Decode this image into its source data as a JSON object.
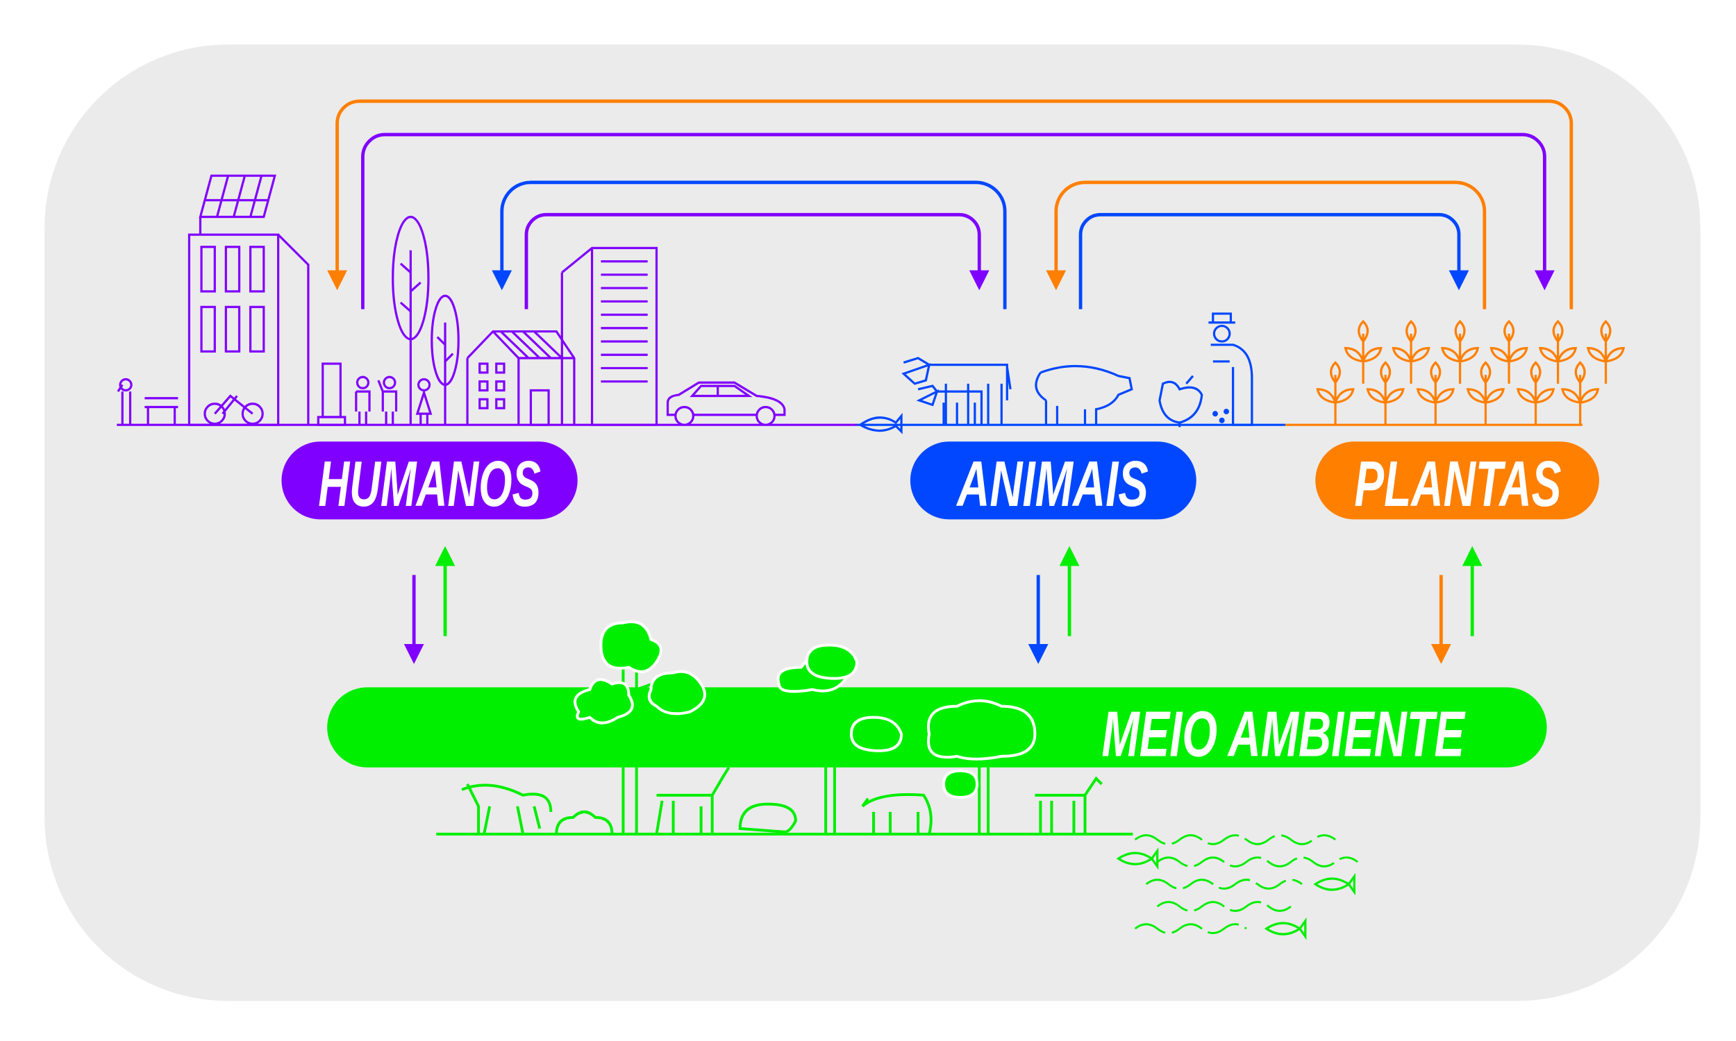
{
  "title": "One Health diagram",
  "labels": {
    "humans": "HUMANOS",
    "animals": "ANIMAIS",
    "plants": "PLANTAS",
    "environment": "MEIO AMBIENTE"
  },
  "colors": {
    "humans": "#8000ff",
    "animals": "#0047ff",
    "plants": "#ff7f00",
    "environment": "#00ee00",
    "background": "#ebebeb"
  }
}
